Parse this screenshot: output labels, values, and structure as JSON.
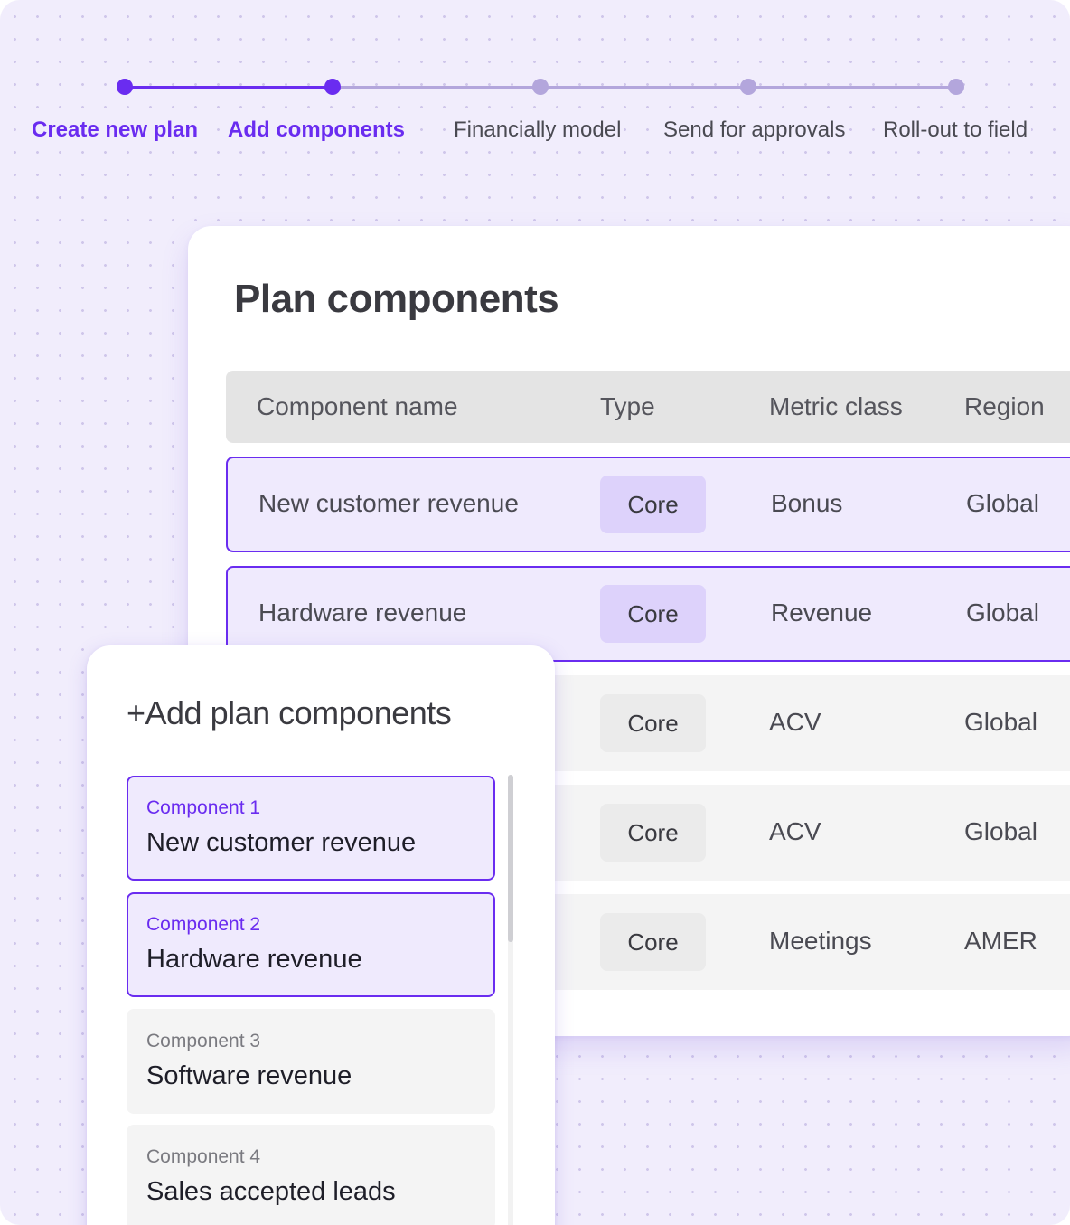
{
  "stepper": {
    "steps": [
      {
        "label": "Create new plan",
        "status": "complete"
      },
      {
        "label": "Add components",
        "status": "current"
      },
      {
        "label": "Financially model",
        "status": "upcoming"
      },
      {
        "label": "Send for approvals",
        "status": "upcoming"
      },
      {
        "label": "Roll-out to field",
        "status": "upcoming"
      }
    ]
  },
  "plan": {
    "title": "Plan components",
    "columns": [
      "Component name",
      "Type",
      "Metric class",
      "Region"
    ],
    "rows": [
      {
        "name": "New customer revenue",
        "type": "Core",
        "metric": "Bonus",
        "region": "Global",
        "selected": true
      },
      {
        "name": "Hardware revenue",
        "type": "Core",
        "metric": "Revenue",
        "region": "Global",
        "selected": true
      },
      {
        "name": "",
        "type": "Core",
        "metric": "ACV",
        "region": "Global",
        "selected": false
      },
      {
        "name": "",
        "type": "Core",
        "metric": "ACV",
        "region": "Global",
        "selected": false
      },
      {
        "name": "",
        "type": "Core",
        "metric": "Meetings",
        "region": "AMER",
        "selected": false
      }
    ]
  },
  "add_panel": {
    "title": "+Add plan components",
    "components": [
      {
        "number": "Component 1",
        "name": "New customer revenue",
        "selected": true
      },
      {
        "number": "Component 2",
        "name": "Hardware revenue",
        "selected": true
      },
      {
        "number": "Component 3",
        "name": "Software revenue",
        "selected": false
      },
      {
        "number": "Component 4",
        "name": "Sales accepted leads",
        "selected": false
      }
    ]
  },
  "colors": {
    "accent": "#6a2cf0",
    "accent_light": "#efeafd",
    "pending": "#b3a6dc",
    "background": "#f1edfc"
  }
}
